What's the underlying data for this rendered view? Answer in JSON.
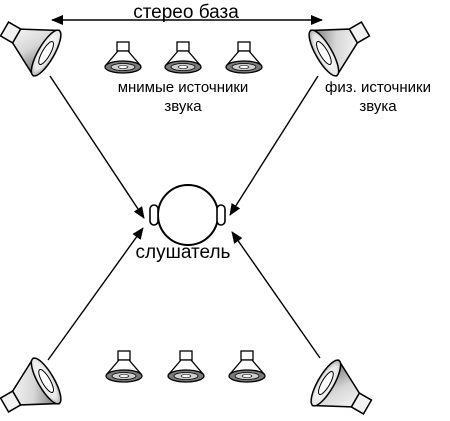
{
  "labels": {
    "stereo_base": "стерео база",
    "virtual_sources_line1": "мнимые источники",
    "virtual_sources_line2": "звука",
    "physical_sources_line1": "физ. источники",
    "physical_sources_line2": "звука",
    "listener": "слушатель"
  },
  "colors": {
    "ink": "#000000",
    "background": "#ffffff",
    "speaker_fill_light": "#ffffff",
    "speaker_fill_dark": "#7a7a7a"
  }
}
